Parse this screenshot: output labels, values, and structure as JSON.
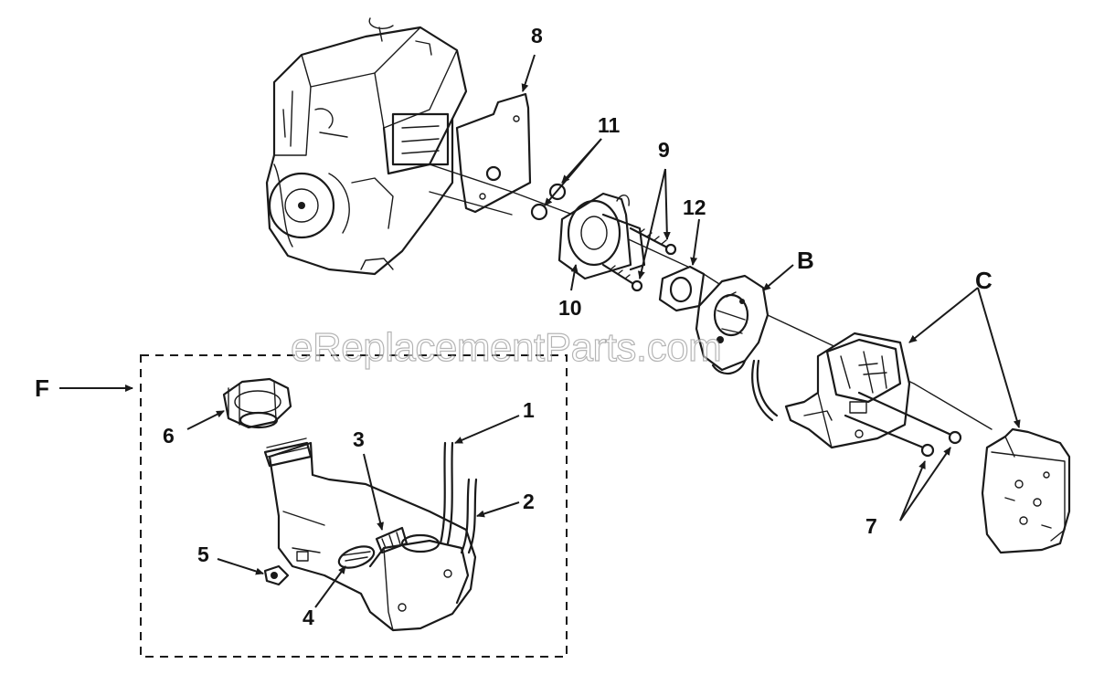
{
  "callouts": {
    "c1": "1",
    "c2": "2",
    "c3": "3",
    "c4": "4",
    "c5": "5",
    "c6": "6",
    "c7": "7",
    "c8": "8",
    "c9": "9",
    "c10": "10",
    "c11": "11",
    "c12": "12",
    "cB": "B",
    "cC": "C",
    "cF": "F"
  },
  "watermark": "eReplacementParts.com"
}
